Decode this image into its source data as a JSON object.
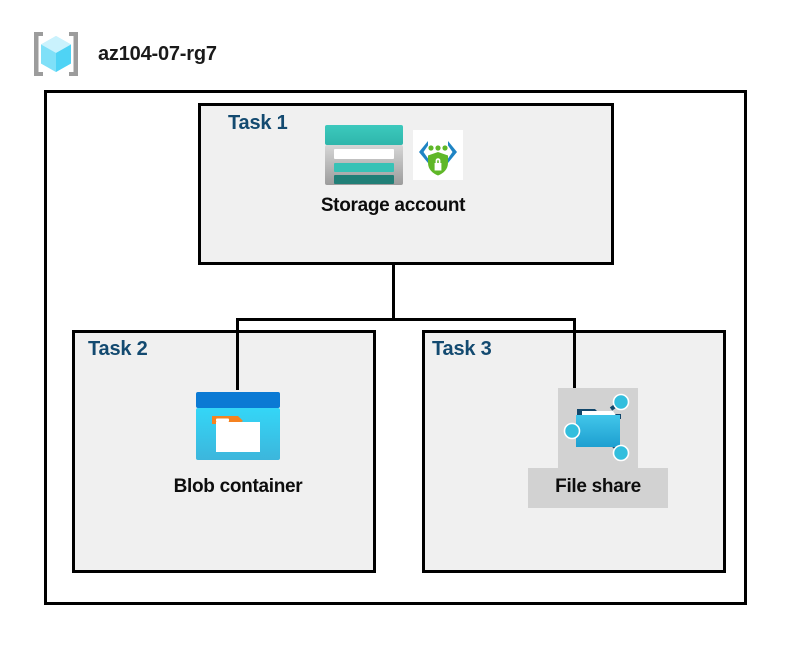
{
  "diagram": {
    "type": "azure-architecture",
    "resource_group": {
      "name": "az104-07-rg7",
      "icon": "resource-group-icon"
    },
    "tasks": [
      {
        "id": "task1",
        "label": "Task 1",
        "node_caption": "Storage account",
        "icons": [
          "storage-account-icon",
          "secure-endpoint-icon"
        ]
      },
      {
        "id": "task2",
        "label": "Task 2",
        "node_caption": "Blob container",
        "icons": [
          "blob-container-icon"
        ]
      },
      {
        "id": "task3",
        "label": "Task 3",
        "node_caption": "File share",
        "icons": [
          "file-share-icon"
        ]
      }
    ],
    "connections": [
      {
        "from": "Storage account",
        "to": "Blob container"
      },
      {
        "from": "Storage account",
        "to": "File share"
      }
    ],
    "colors": {
      "task_label": "#134a70",
      "box_border": "#000000",
      "task_box_fill": "#f0f0f0",
      "outer_box_fill": "#ffffff",
      "caption_text": "#0d0d0d",
      "storage_teal": "#37bfb5",
      "storage_teal_dark": "#1f7a74",
      "blob_blue": "#0078d4",
      "blob_cyan": "#32d4f5",
      "blob_orange": "#f7941e",
      "fileshare_cyan": "#32bedd",
      "fileshare_navy": "#12476b",
      "shield_green": "#5fb728",
      "bracket_gray": "#9c9c9c",
      "cube_cyan": "#5ce0ff",
      "highlight_gray": "#d2d2d2"
    }
  }
}
